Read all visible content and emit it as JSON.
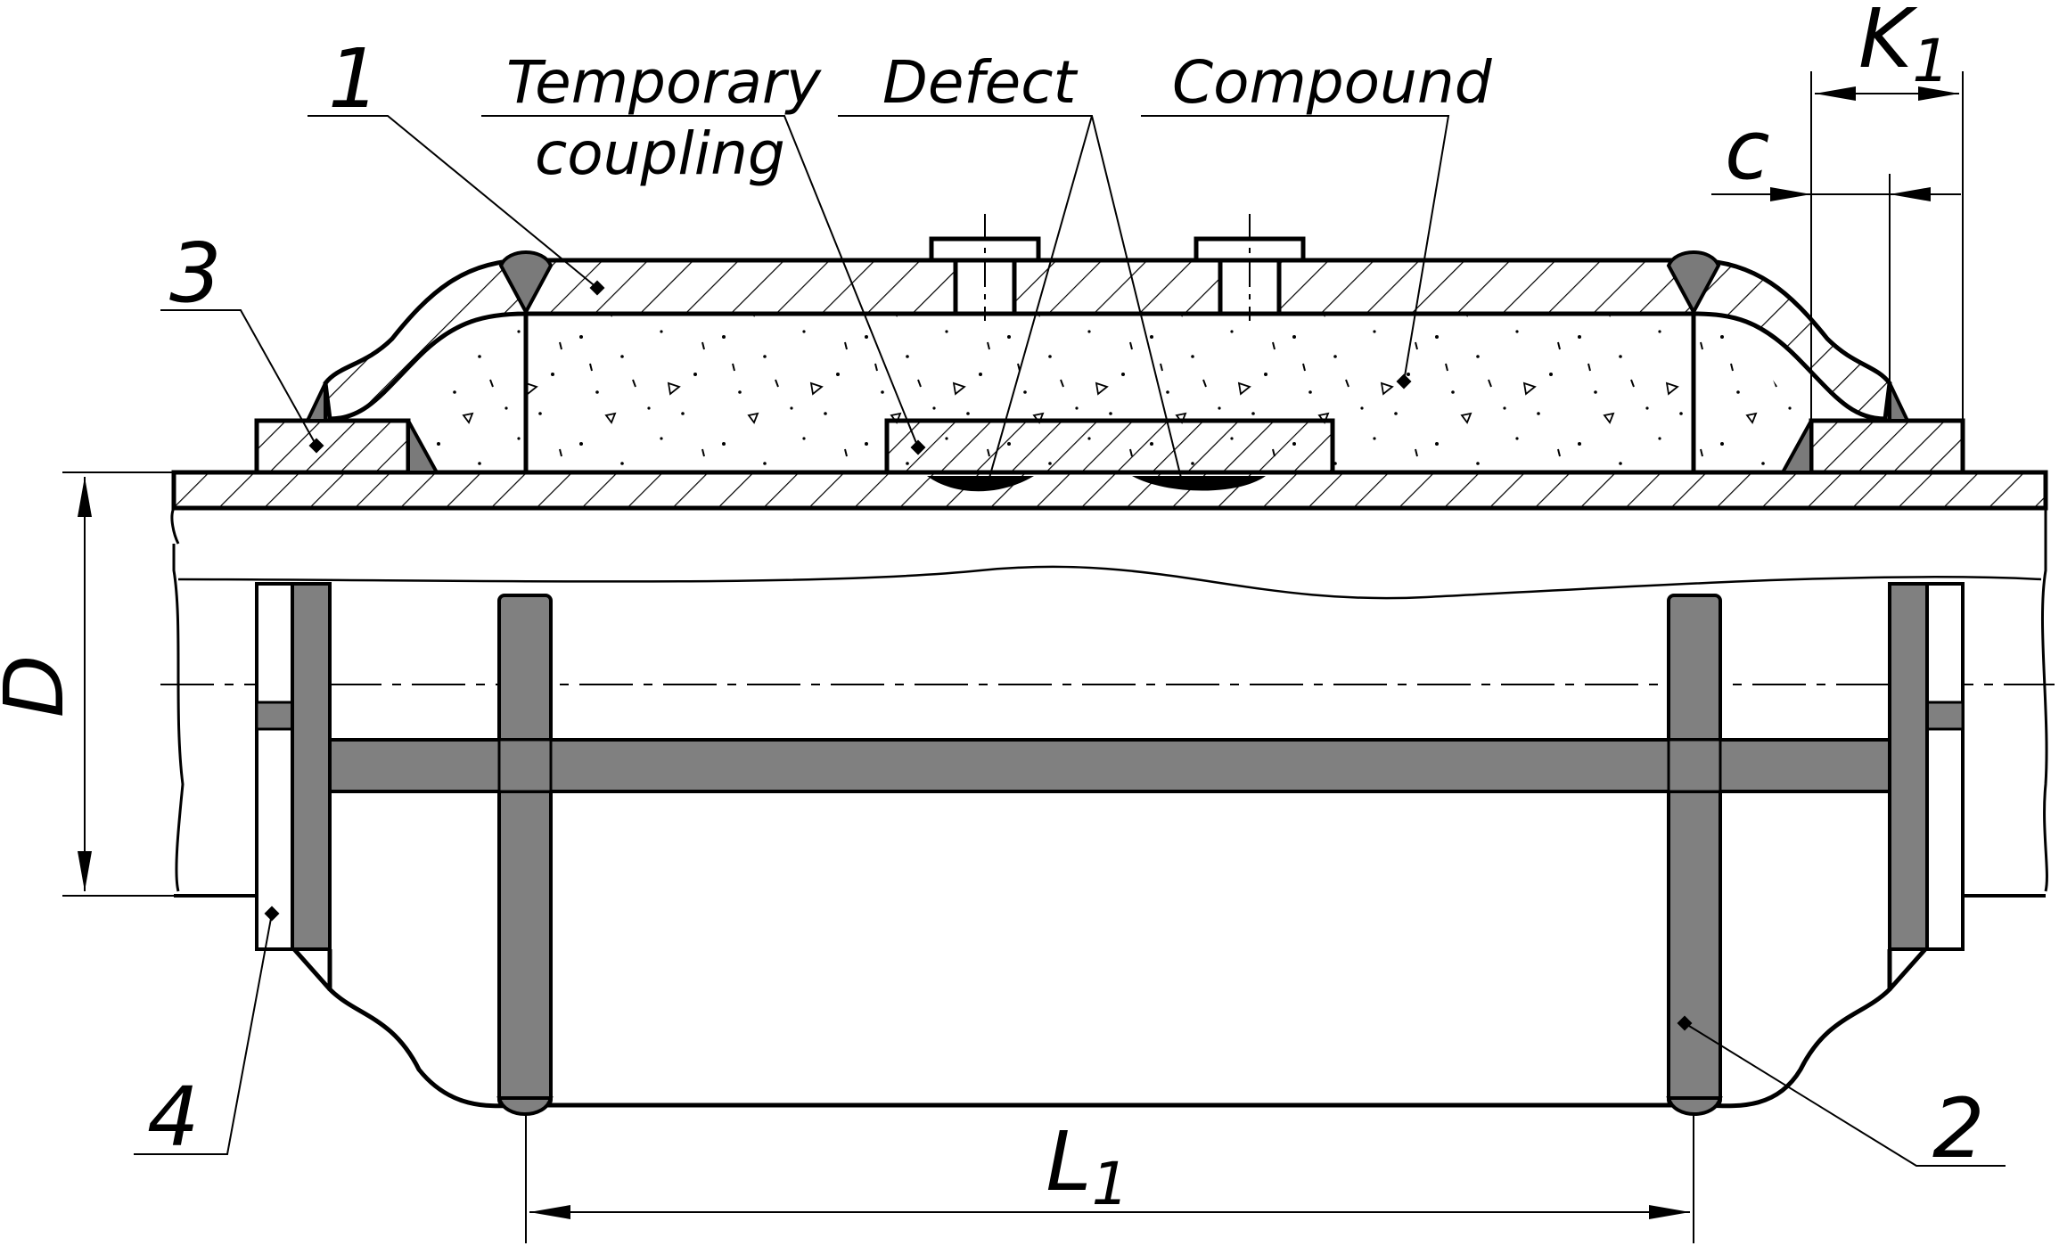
{
  "labels": {
    "part_1": "1",
    "part_2": "2",
    "part_3": "3",
    "part_4": "4",
    "temporary_coupling_line1": "Temporary",
    "temporary_coupling_line2": "coupling",
    "defect": "Defect",
    "compound": "Compound"
  },
  "dimensions": {
    "diameter": "D",
    "length": "L",
    "length_sub": "1",
    "k": "K",
    "k_sub": "1",
    "gap": "c"
  },
  "colors": {
    "line": "#000000",
    "steel": "#808080",
    "weld": "#7a7a7a",
    "background": "#ffffff"
  }
}
